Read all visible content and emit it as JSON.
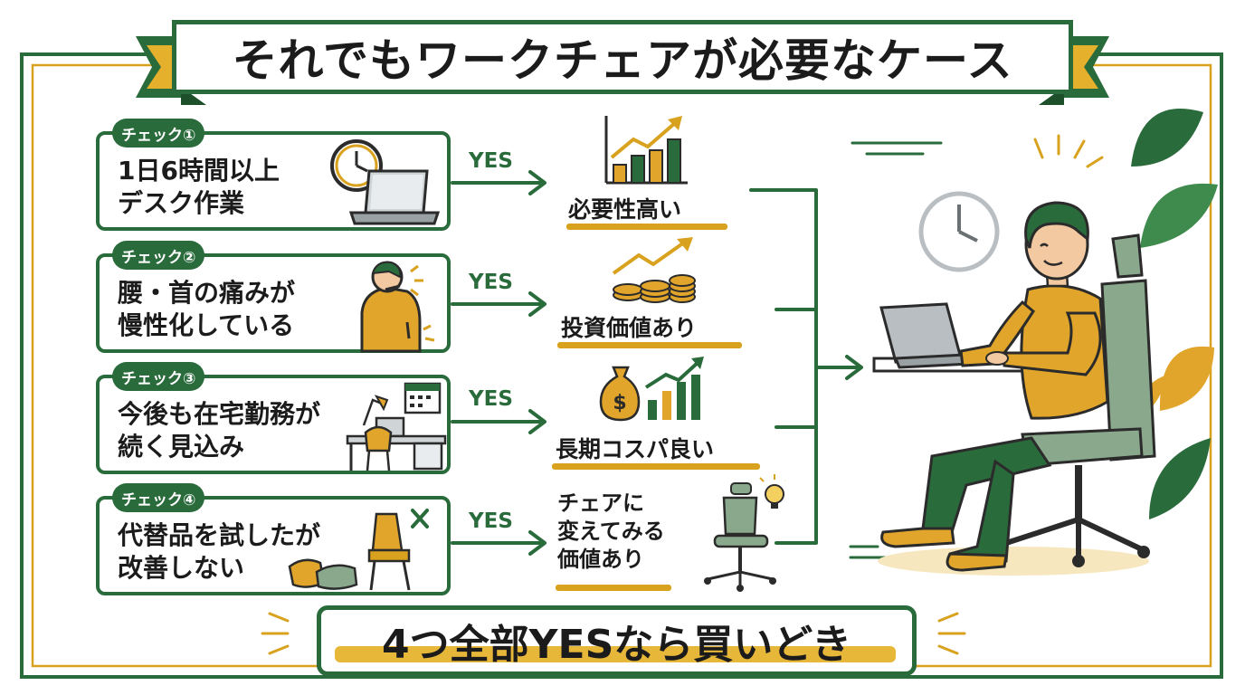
{
  "title": "それでもワークチェアが必要なケース",
  "checks": [
    {
      "tag": "チェック①",
      "line1": "1日6時間以上",
      "line2": "デスク作業",
      "yes": "YES",
      "result": "必要性高い",
      "icon": "clock-laptop-icon"
    },
    {
      "tag": "チェック②",
      "line1": "腰・首の痛みが",
      "line2": "慢性化している",
      "yes": "YES",
      "result": "投資価値あり",
      "icon": "back-pain-person-icon"
    },
    {
      "tag": "チェック③",
      "line1": "今後も在宅勤務が",
      "line2": "続く見込み",
      "yes": "YES",
      "result": "長期コスパ良い",
      "icon": "home-office-desk-icon"
    },
    {
      "tag": "チェック④",
      "line1": "代替品を試したが",
      "line2": "改善しない",
      "yes": "YES",
      "result_lines": [
        "チェアに",
        "変えてみる",
        "価値あり"
      ],
      "icon": "chair-cushion-cross-icon"
    }
  ],
  "conclusion": "4つ全部YESなら買いどき",
  "colors": {
    "green": "#2a6b3c",
    "gold": "#d9a21e",
    "dark": "#1b1b1b"
  }
}
